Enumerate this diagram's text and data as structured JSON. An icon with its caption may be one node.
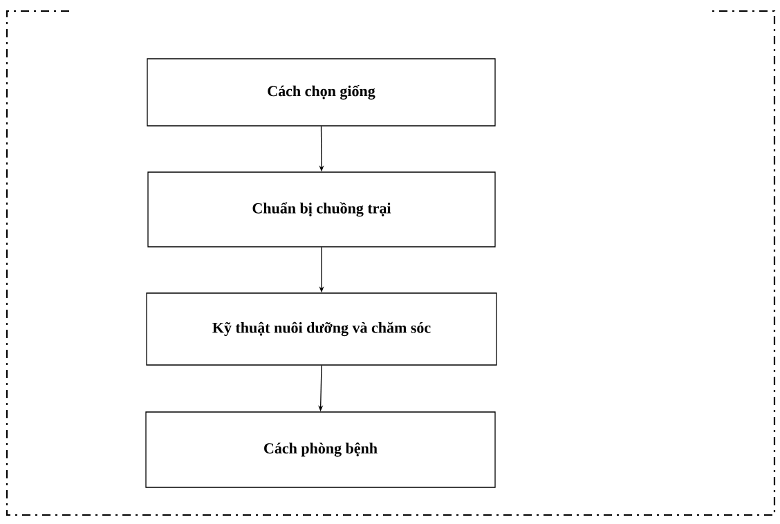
{
  "diagram": {
    "nodes": [
      {
        "text": [
          "Cách chọn giống"
        ]
      },
      {
        "text": [
          "Chuẩn bị chuồng trại"
        ]
      },
      {
        "text": [
          "Kỹ thuật nuôi dưỡng và chăm sóc"
        ]
      },
      {
        "text": [
          "Cách phòng bệnh"
        ]
      }
    ],
    "edges": [
      {
        "from": 0,
        "to": 1,
        "arrow": "to"
      },
      {
        "from": 1,
        "to": 2,
        "arrow": "to"
      },
      {
        "from": 2,
        "to": 3,
        "arrow": "to"
      }
    ]
  }
}
